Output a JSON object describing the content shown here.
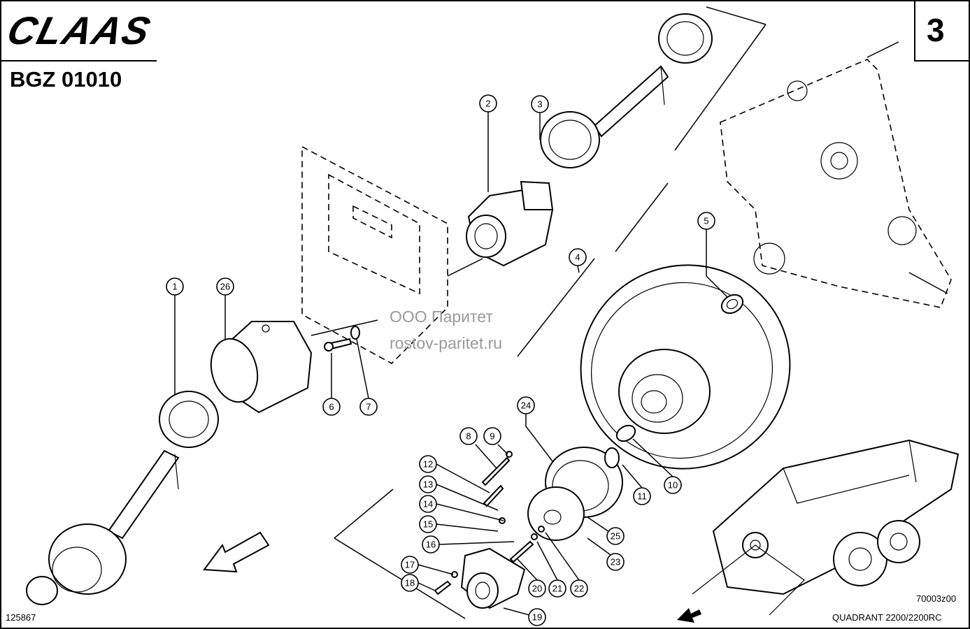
{
  "header": {
    "brand": "CLAAS",
    "document_code": "BGZ 01010",
    "page_number": "3"
  },
  "footer": {
    "image_number": "125867",
    "drawing_ref": "70003z00",
    "model": "QUADRANT 2200/2200RC"
  },
  "watermark": {
    "line1": "ООО Паритет",
    "line2": "rostov-paritet.ru"
  },
  "callouts": [
    "1",
    "2",
    "3",
    "4",
    "5",
    "6",
    "7",
    "8",
    "9",
    "10",
    "11",
    "12",
    "13",
    "14",
    "15",
    "16",
    "17",
    "18",
    "19",
    "20",
    "21",
    "22",
    "23",
    "24",
    "25",
    "26"
  ]
}
